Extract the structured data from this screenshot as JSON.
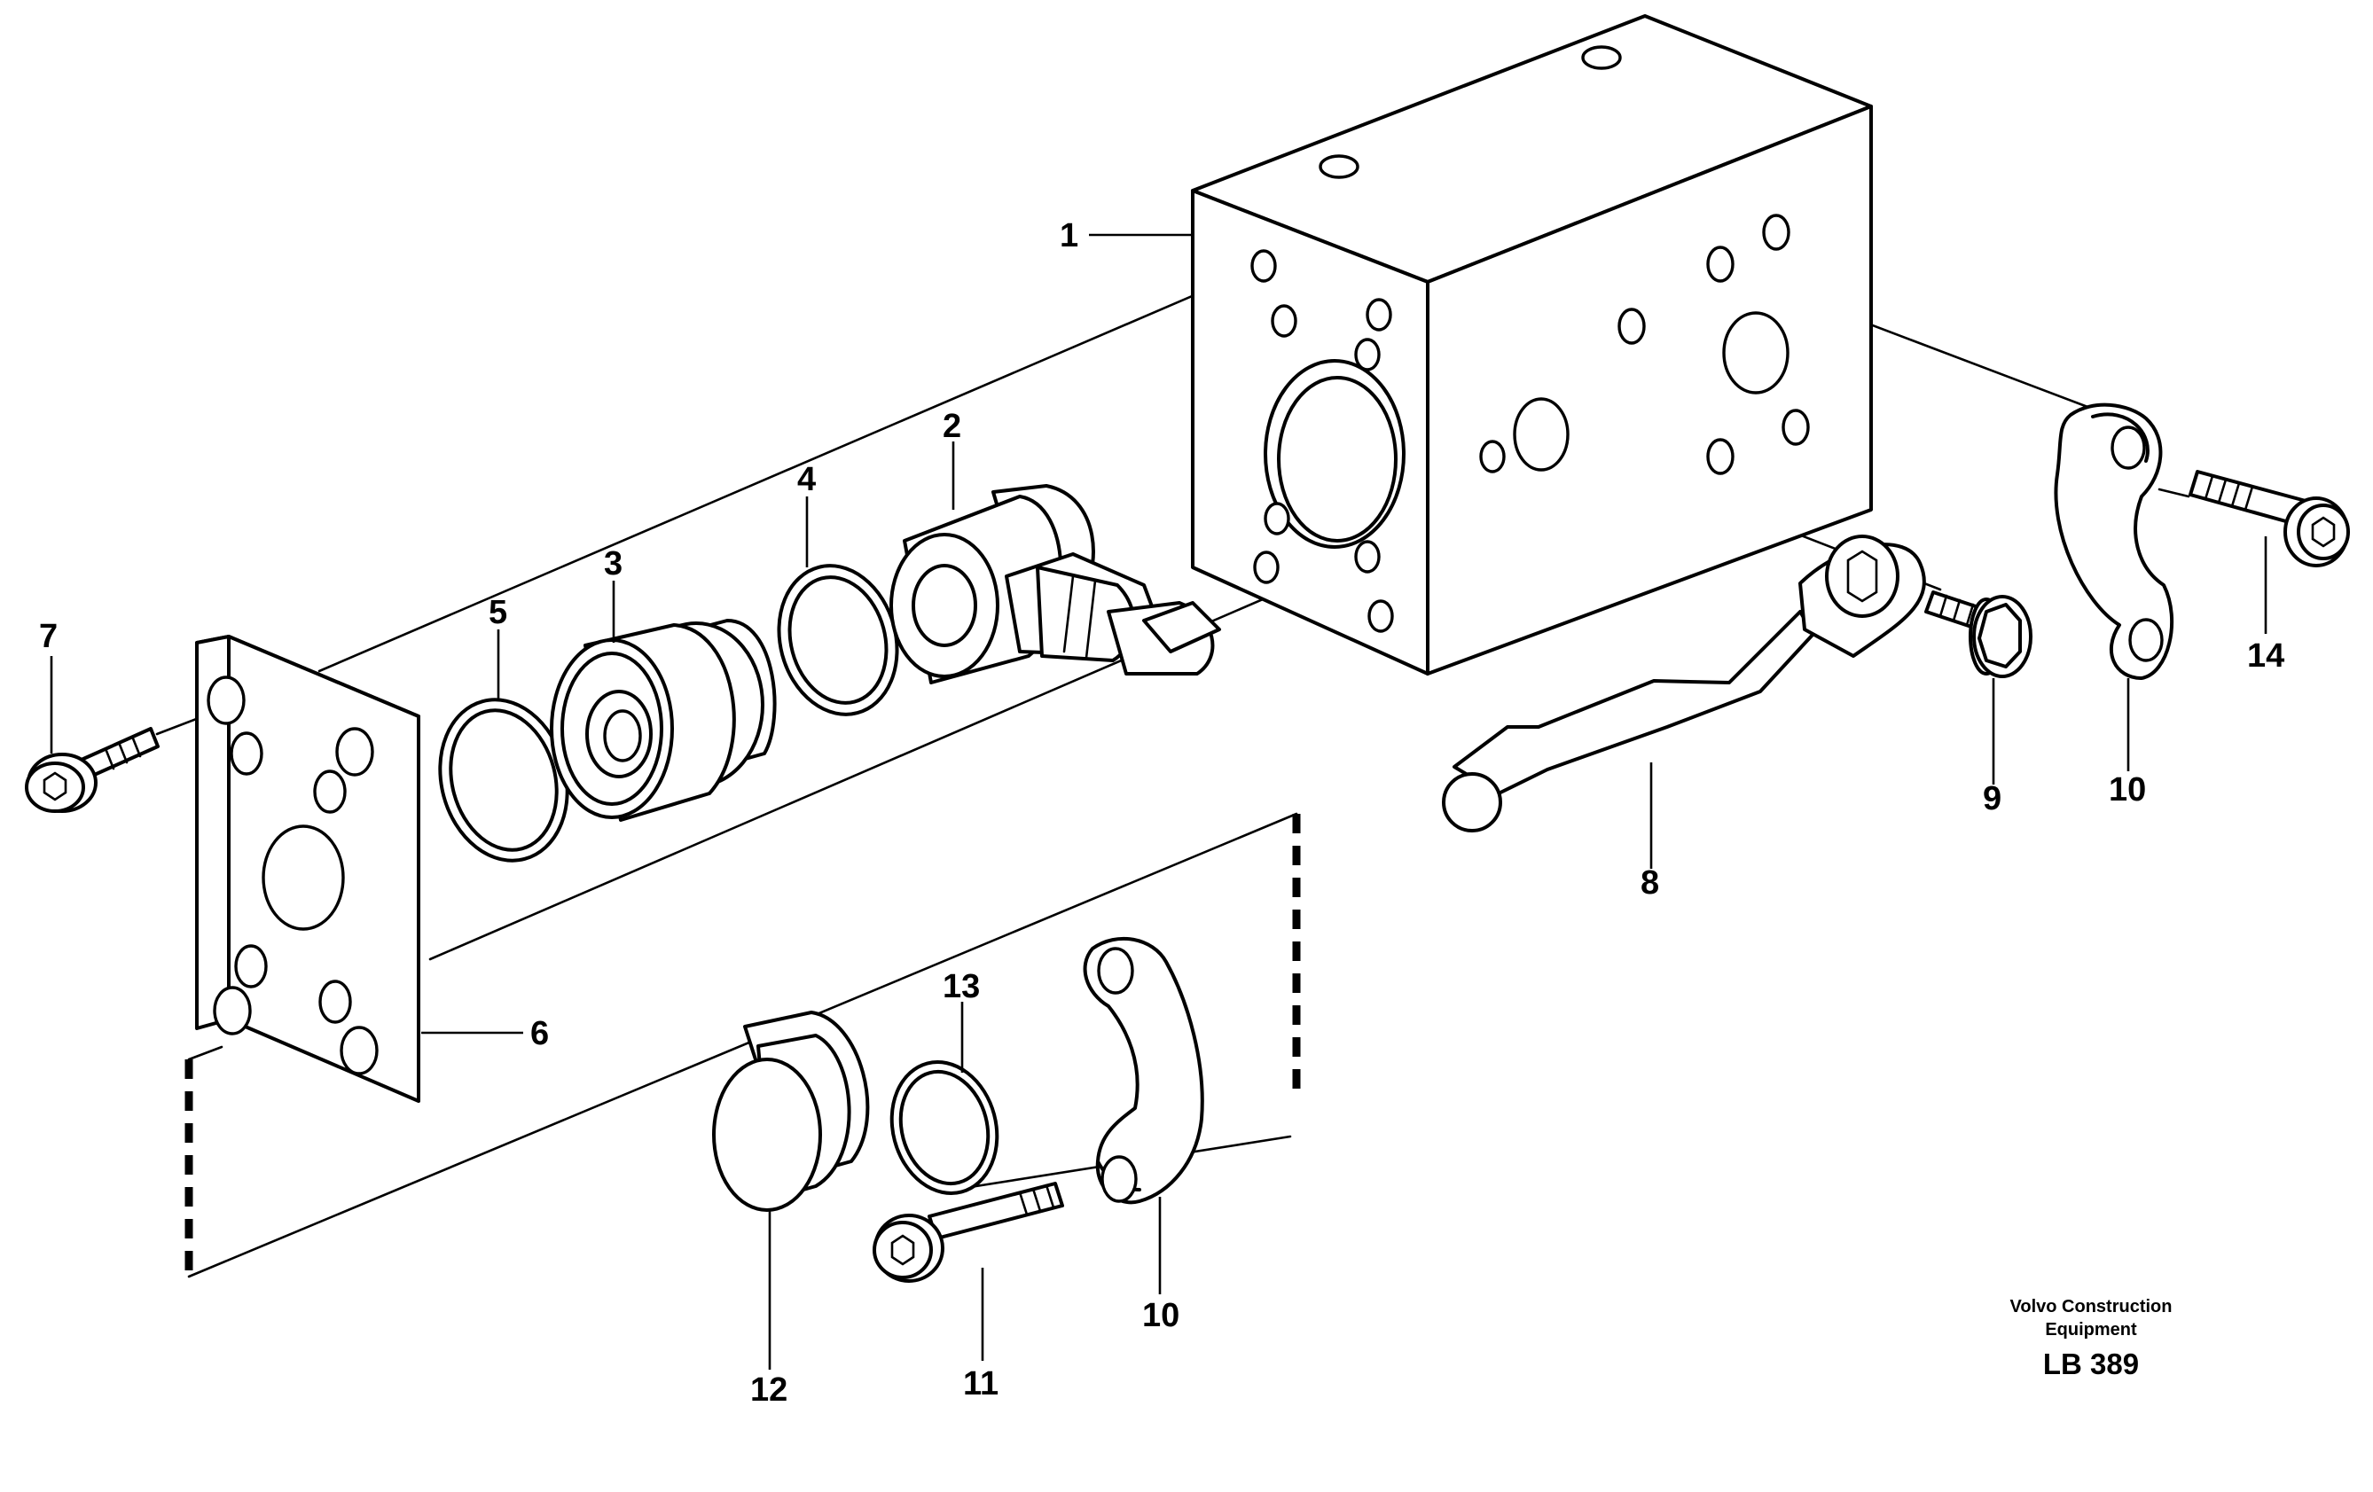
{
  "callouts": {
    "c1": "1",
    "c2": "2",
    "c3": "3",
    "c4": "4",
    "c5": "5",
    "c6": "6",
    "c7": "7",
    "c8": "8",
    "c9": "9",
    "c10a": "10",
    "c10b": "10",
    "c11": "11",
    "c12": "12",
    "c13": "13",
    "c14": "14"
  },
  "credit": {
    "line1": "Volvo Construction",
    "line2": "Equipment",
    "code": "LB 389"
  },
  "colors": {
    "ink": "#000000",
    "paper": "#ffffff"
  }
}
